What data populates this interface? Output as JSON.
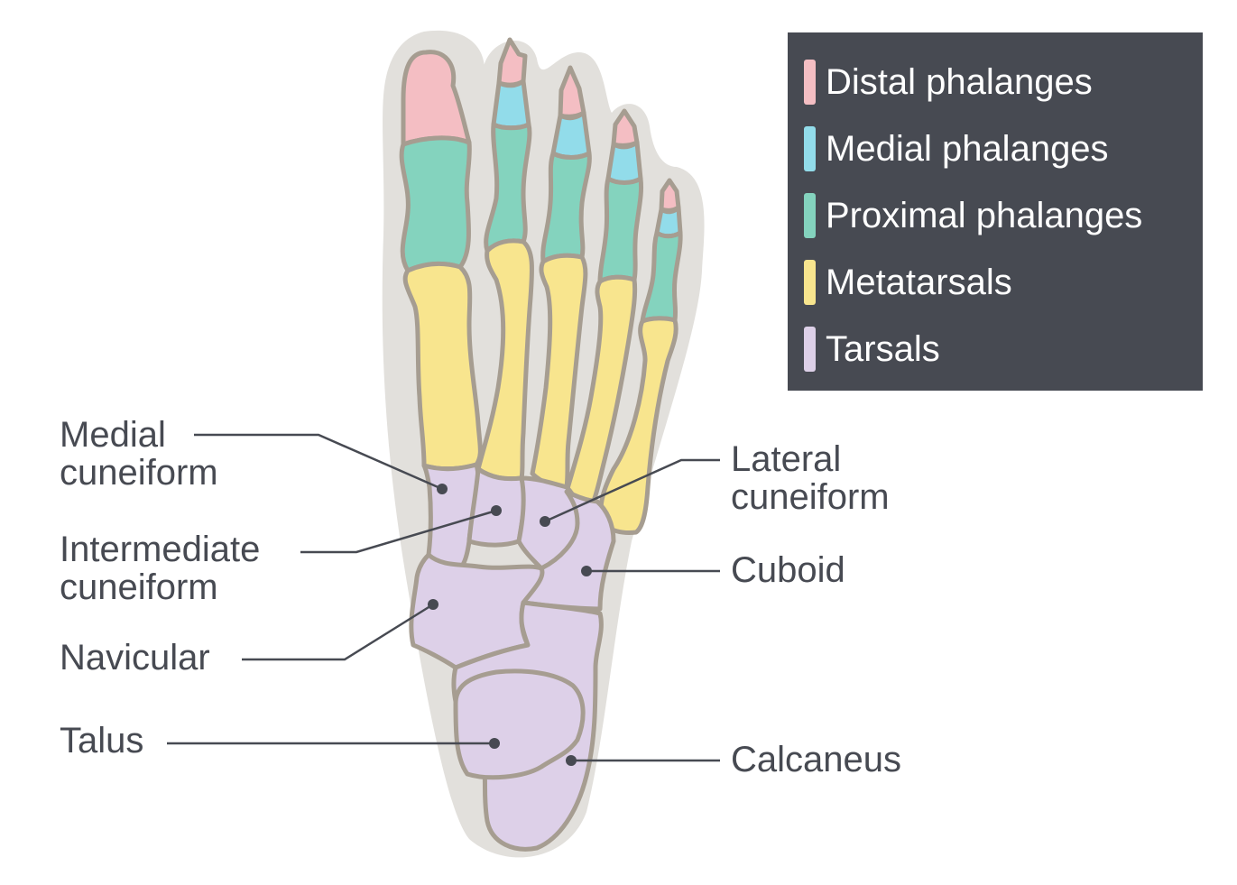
{
  "legend": {
    "items": [
      {
        "label": "Distal phalanges",
        "color": "#f4bec3"
      },
      {
        "label": "Medial phalanges",
        "color": "#92dcea"
      },
      {
        "label": "Proximal phalanges",
        "color": "#84d3be"
      },
      {
        "label": "Metatarsals",
        "color": "#f8e58e"
      },
      {
        "label": "Tarsals",
        "color": "#ddd0e8"
      }
    ]
  },
  "labels": {
    "medial_cuneiform": "Medial\ncuneiform",
    "intermediate_cuneiform": "Intermediate\ncuneiform",
    "navicular": "Navicular",
    "talus": "Talus",
    "lateral_cuneiform": "Lateral\ncuneiform",
    "cuboid": "Cuboid",
    "calcaneus": "Calcaneus"
  },
  "colors": {
    "skin": "#e2e0dc",
    "bone_outline": "#a69d91",
    "leader_line": "#474a52",
    "text": "#474a52"
  }
}
